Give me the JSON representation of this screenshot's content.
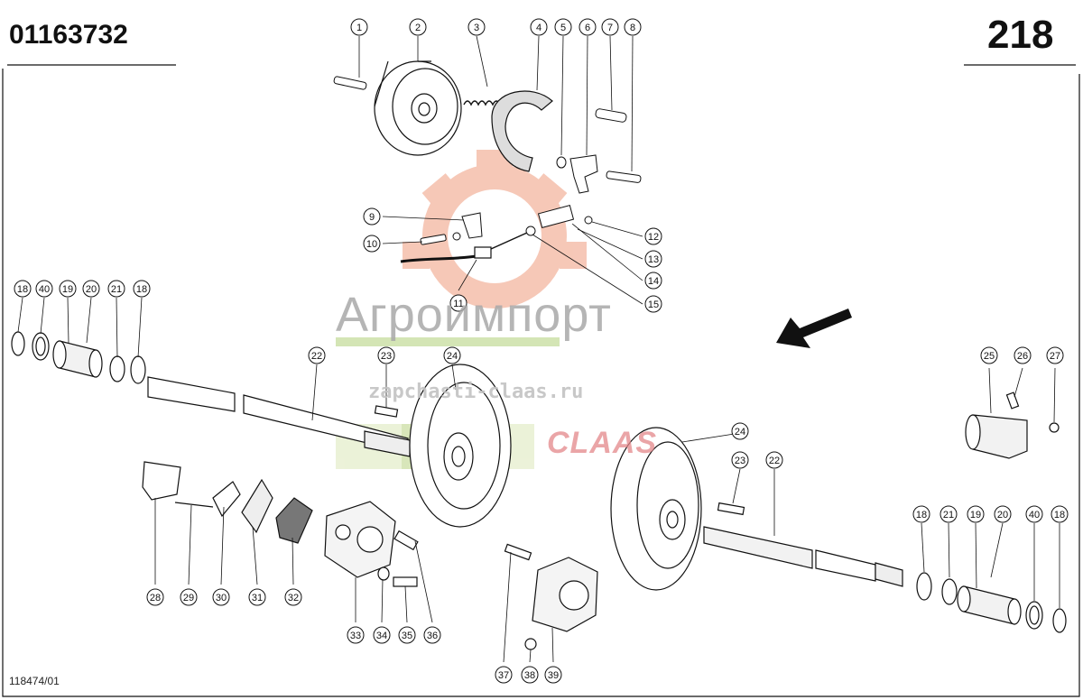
{
  "header": {
    "part_number": "01163732",
    "page_number": "218"
  },
  "footer": {
    "drawing_ref": "118474/01"
  },
  "watermark": {
    "brand": "Агроимпорт",
    "url": "zapchasti-claas.ru",
    "logo_text": "CLAAS",
    "brand_color": "#a9a9a9",
    "logo_color": "#e4878a",
    "gear_color": "#f3b6a0"
  },
  "callouts": [
    {
      "id": "c1",
      "label": "1"
    },
    {
      "id": "c2",
      "label": "2"
    },
    {
      "id": "c3",
      "label": "3"
    },
    {
      "id": "c4",
      "label": "4"
    },
    {
      "id": "c5",
      "label": "5"
    },
    {
      "id": "c6",
      "label": "6"
    },
    {
      "id": "c7",
      "label": "7"
    },
    {
      "id": "c8",
      "label": "8"
    },
    {
      "id": "c9",
      "label": "9"
    },
    {
      "id": "c10",
      "label": "10"
    },
    {
      "id": "c11",
      "label": "11"
    },
    {
      "id": "c12",
      "label": "12"
    },
    {
      "id": "c13",
      "label": "13"
    },
    {
      "id": "c14",
      "label": "14"
    },
    {
      "id": "c15",
      "label": "15"
    },
    {
      "id": "c18a",
      "label": "18"
    },
    {
      "id": "c40a",
      "label": "40"
    },
    {
      "id": "c19a",
      "label": "19"
    },
    {
      "id": "c20a",
      "label": "20"
    },
    {
      "id": "c21a",
      "label": "21"
    },
    {
      "id": "c18b",
      "label": "18"
    },
    {
      "id": "c22a",
      "label": "22"
    },
    {
      "id": "c23a",
      "label": "23"
    },
    {
      "id": "c24a",
      "label": "24"
    },
    {
      "id": "c25",
      "label": "25"
    },
    {
      "id": "c26",
      "label": "26"
    },
    {
      "id": "c27",
      "label": "27"
    },
    {
      "id": "c24b",
      "label": "24"
    },
    {
      "id": "c23b",
      "label": "23"
    },
    {
      "id": "c22b",
      "label": "22"
    },
    {
      "id": "c18c",
      "label": "18"
    },
    {
      "id": "c21b",
      "label": "21"
    },
    {
      "id": "c19b",
      "label": "19"
    },
    {
      "id": "c20b",
      "label": "20"
    },
    {
      "id": "c40b",
      "label": "40"
    },
    {
      "id": "c18d",
      "label": "18"
    },
    {
      "id": "c28",
      "label": "28"
    },
    {
      "id": "c29",
      "label": "29"
    },
    {
      "id": "c30",
      "label": "30"
    },
    {
      "id": "c31",
      "label": "31"
    },
    {
      "id": "c32",
      "label": "32"
    },
    {
      "id": "c33",
      "label": "33"
    },
    {
      "id": "c34",
      "label": "34"
    },
    {
      "id": "c35",
      "label": "35"
    },
    {
      "id": "c36",
      "label": "36"
    },
    {
      "id": "c37",
      "label": "37"
    },
    {
      "id": "c38",
      "label": "38"
    },
    {
      "id": "c39",
      "label": "39"
    }
  ]
}
